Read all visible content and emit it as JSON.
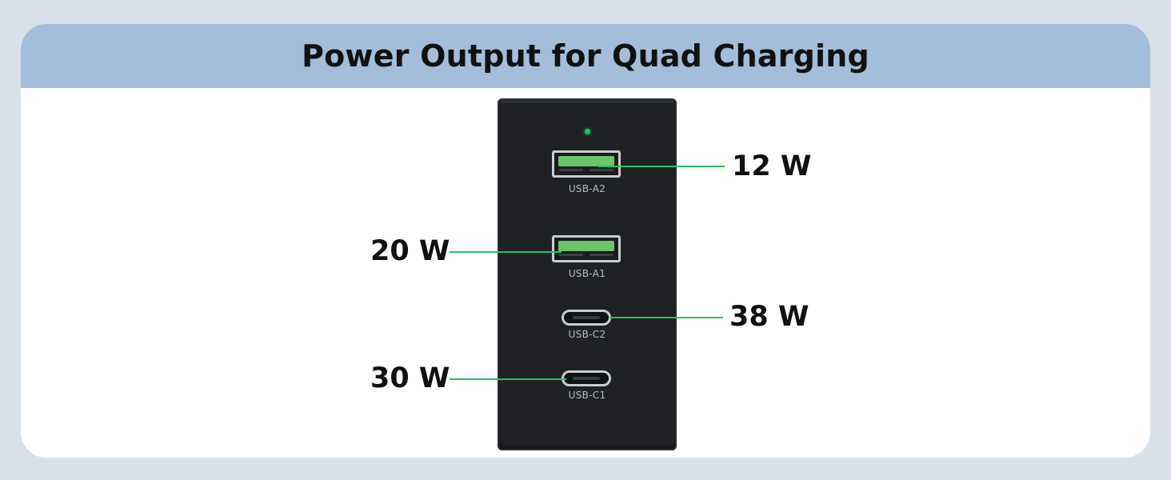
{
  "title": "Power Output for Quad Charging",
  "ports": {
    "usb_a2": {
      "label": "USB-A2",
      "power": "12 W"
    },
    "usb_a1": {
      "label": "USB-A1",
      "power": "20 W"
    },
    "usb_c2": {
      "label": "USB-C2",
      "power": "38 W"
    },
    "usb_c1": {
      "label": "USB-C1",
      "power": "30 W"
    }
  },
  "colors": {
    "page_background": "#d8e1ea",
    "banner": "#a3bddb",
    "charger_body": "#1f2124",
    "accent_green": "#22c55e",
    "usb_a_tongue": "#6bc36b"
  },
  "icons": [
    "led-indicator-icon",
    "usb-a-port-icon",
    "usb-c-port-icon"
  ]
}
